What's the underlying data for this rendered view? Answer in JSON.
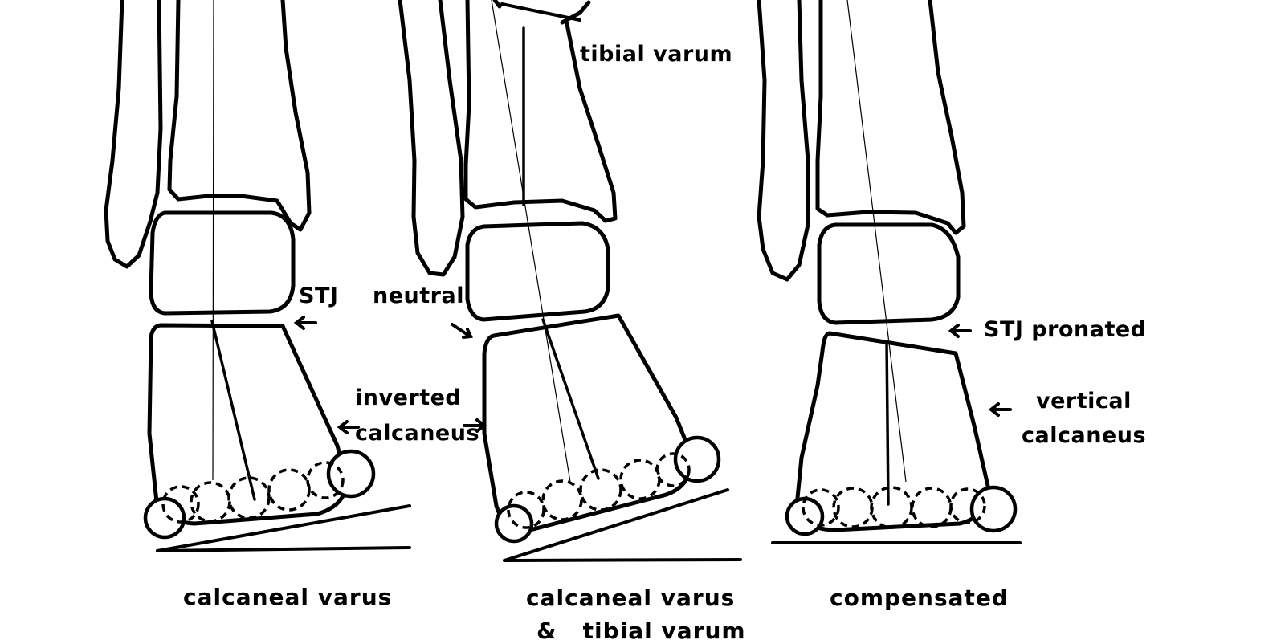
{
  "colors": {
    "ink": "#000000",
    "paper": "#ffffff"
  },
  "labels": {
    "tibial_varum": "tibial varum",
    "stj": "STJ",
    "neutral": "neutral",
    "inverted": "inverted",
    "calcaneus": "calcaneus",
    "stj_pronated": "STJ pronated",
    "vertical": "vertical",
    "calcaneus_right": "calcaneus"
  },
  "captions": {
    "left": "calcaneal varus",
    "middle_line1": "calcaneal varus",
    "middle_line2": "&   tibial varum",
    "right": "compensated"
  }
}
